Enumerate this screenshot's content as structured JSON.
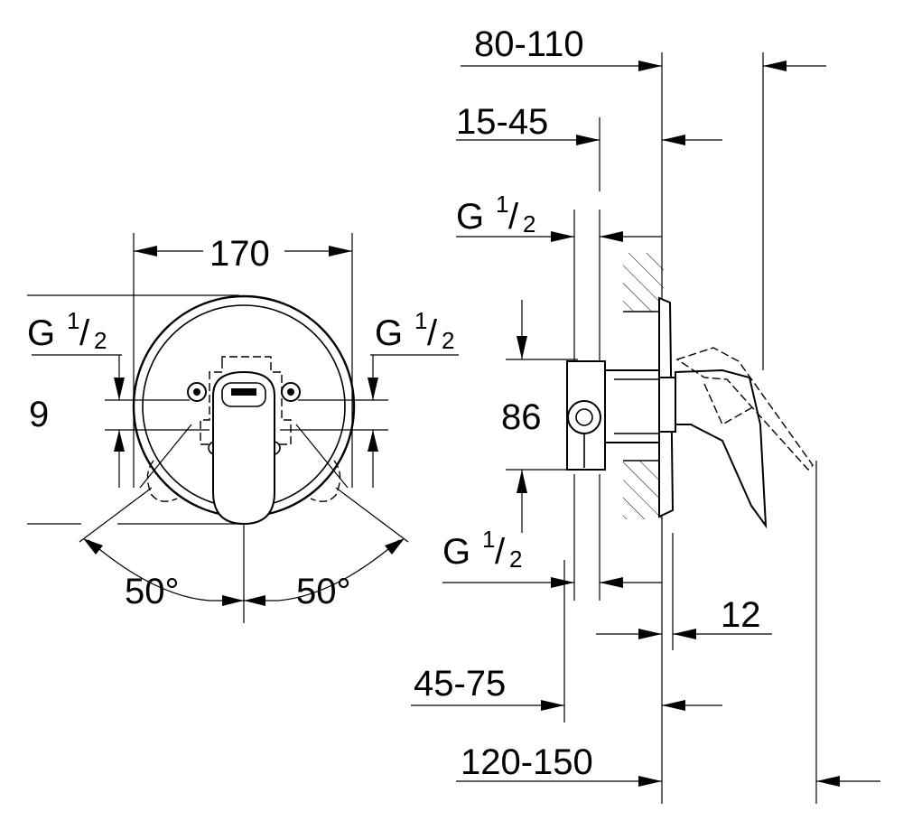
{
  "front_view": {
    "width": "170",
    "offset": "9",
    "angle_left": "50°",
    "angle_right": "50°",
    "thread_left": {
      "g": "G",
      "num": "1",
      "sep": "/",
      "den": "2"
    },
    "thread_right": {
      "g": "G",
      "num": "1",
      "sep": "/",
      "den": "2"
    }
  },
  "side_view": {
    "depth_outer": "80-110",
    "depth_inner": "15-45",
    "height": "86",
    "plate": "12",
    "depth_bottom": "45-75",
    "depth_total": "120-150",
    "thread_top": {
      "g": "G",
      "num": "1",
      "sep": "/",
      "den": "2"
    },
    "thread_bottom": {
      "g": "G",
      "num": "1",
      "sep": "/",
      "den": "2"
    }
  }
}
